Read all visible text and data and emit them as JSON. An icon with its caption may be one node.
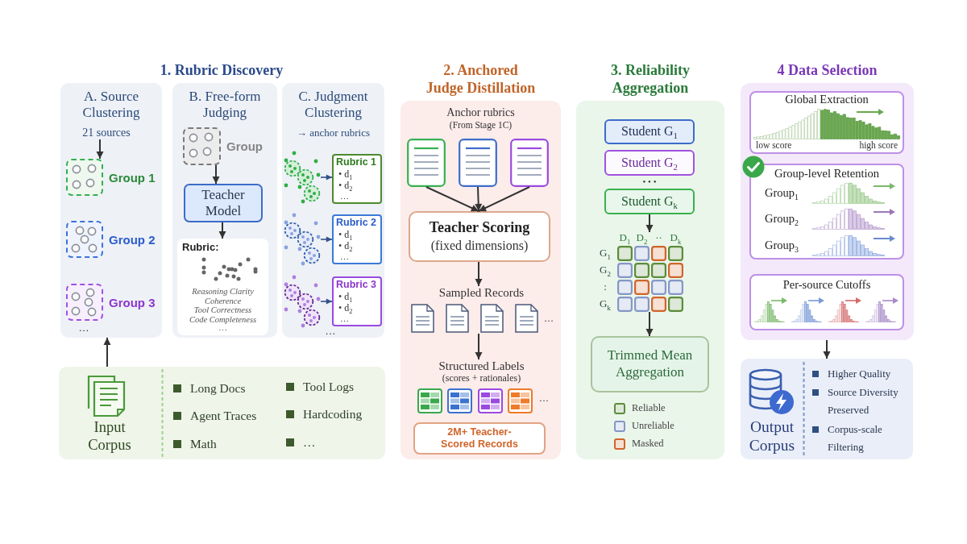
{
  "diagram": {
    "nodes": [
      {
        "text": [
          "A. Source Clustering"
        ]
      },
      {
        "text": [
          "21 sources"
        ],
        "in": 0
      },
      {
        "text": [],
        "shape": "box",
        "in": 0,
        "beside": [
          "Group 1"
        ]
      },
      {
        "text": [],
        "shape": "box",
        "in": 0,
        "beside": [
          "Group 2"
        ]
      },
      {
        "text": [],
        "shape": "box",
        "in": 0,
        "beside": [
          "Group 3"
        ]
      },
      {
        "text": [
          "B. Free-form Judging"
        ]
      },
      {
        "text": [],
        "shape": "box",
        "in": 5,
        "beside": [
          "Group"
        ]
      },
      {
        "text": [
          "Teacher Model"
        ],
        "in": 5
      },
      {
        "text": [
          "Rubric:",
          "Reasoning Clarity",
          "Coherence",
          "Tool Correctness",
          "Code Completeness",
          "…"
        ],
        "in": 5
      },
      {
        "text": [
          "C. Judgment Clustering",
          "→ anchor rubrics"
        ]
      },
      {
        "text": [],
        "shape": "picture",
        "in": 9
      },
      {
        "text": [
          "Rubric 1",
          "• d$_{1}$",
          "• d$_{2}$",
          "…"
        ],
        "in": 9
      },
      {
        "text": [],
        "shape": "picture",
        "in": 9
      },
      {
        "text": [
          "Rubric 2",
          "• d$_{1}$",
          "• d$_{2}$",
          "…"
        ],
        "in": 9
      },
      {
        "text": [],
        "shape": "picture",
        "in": 9
      },
      {
        "text": [
          "Rubric 3",
          "• d$_{1}$",
          "• d$_{2}$",
          "…"
        ],
        "in": 9
      },
      {
        "text": [
          "Input Corpus",
          "Long Docs",
          "Agent Traces",
          "Math",
          "Tool Logs",
          "Hardcoding",
          "…"
        ]
      },
      {
        "text": [
          "2. Anchored Judge Distillation",
          "Anchor rubrics",
          "(From Stage 1C)"
        ]
      },
      {
        "text": [],
        "shape": "document",
        "in": 17
      },
      {
        "text": [],
        "shape": "document",
        "in": 17
      },
      {
        "text": [],
        "shape": "document",
        "in": 17
      },
      {
        "text": [
          "Teacher Scoring",
          "(fixed dimensions)"
        ],
        "in": 17
      },
      {
        "text": [
          "Sampled Records",
          "…"
        ],
        "in": 17
      },
      {
        "text": [
          "Structured Labels",
          "(scores + rationales)",
          "…"
        ],
        "in": 17
      },
      {
        "text": [
          "2M+ Teacher-Scored Records"
        ],
        "in": 17
      },
      {
        "text": [
          "3. Reliability Aggregation"
        ]
      },
      {
        "text": [
          "Student G$_{1}$"
        ],
        "in": 25
      },
      {
        "text": [
          "Student G$_{2}$"
        ],
        "in": 25
      },
      {
        "text": [
          "Student G$_{k}$"
        ],
        "in": 25
      },
      {
        "text": [
          "D$_{1}$",
          "D$_{2}$",
          "··",
          "D$_{k}$",
          "G$_{1}$",
          "G$_{2}$",
          ":",
          "G$_{k}$"
        ],
        "in": 25
      },
      {
        "text": [
          "Trimmed Mean Aggregation"
        ],
        "in": 25
      },
      {
        "text": [
          "4 Data Selection"
        ]
      },
      {
        "text": [
          "Global Extraction",
          "low score",
          "high score"
        ],
        "in": 31
      },
      {
        "text": [
          "Group-level Retention",
          "Group$_{1}$",
          "Group$_{2}$",
          "Group$_{3}$"
        ],
        "in": 31
      },
      {
        "text": [
          "Per-source Cutoffs"
        ],
        "in": 31
      },
      {
        "text": [
          "Output Corpus",
          "Higher Quality",
          "Source Diversity Preserved",
          "Corpus-scale Filtering"
        ]
      }
    ],
    "edges": [
      {
        "from": 1,
        "to": 2,
        "arrow": "to"
      },
      {
        "from": 6,
        "to": 7,
        "arrow": "to"
      },
      {
        "from": 7,
        "to": 8,
        "arrow": "to"
      },
      {
        "from": 10,
        "to": 11,
        "arrow": "to",
        "color": "#34508a"
      },
      {
        "from": 12,
        "to": 13,
        "arrow": "to",
        "color": "#34508a"
      },
      {
        "from": 14,
        "to": 15,
        "arrow": "to",
        "color": "#34508a"
      },
      {
        "from": 16,
        "to": 0,
        "arrow": "to"
      },
      {
        "from": 18,
        "to": 21,
        "arrow": "to"
      },
      {
        "from": 19,
        "to": 21,
        "arrow": "to"
      },
      {
        "from": 20,
        "to": 21,
        "arrow": "to"
      },
      {
        "from": 21,
        "to": 22,
        "arrow": "to"
      },
      {
        "from": 22,
        "to": 23,
        "arrow": "to"
      },
      {
        "from": 28,
        "to": 29,
        "arrow": "to"
      },
      {
        "from": 29,
        "to": 30,
        "arrow": "to"
      },
      {
        "from": 31,
        "to": 35,
        "arrow": "to"
      }
    ],
    "labels": [
      "1. Rubric Discovery",
      "…",
      "…",
      "• • •"
    ],
    "legend": [
      {
        "text": "Reliable",
        "color": "#5b8c3a"
      },
      {
        "text": "Unreliable",
        "color": "#8497c6"
      },
      {
        "text": "Masked",
        "color": "#d0652a"
      }
    ]
  }
}
